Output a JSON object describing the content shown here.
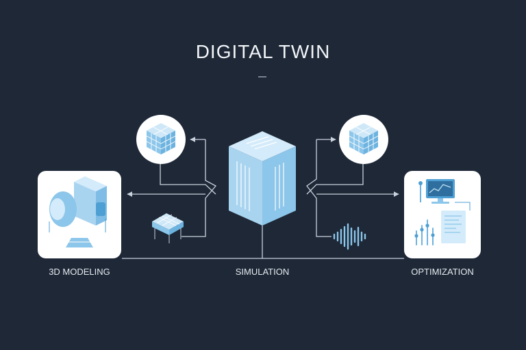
{
  "title": "DIGITAL TWIN",
  "stages": [
    {
      "label": "3D MODELING"
    },
    {
      "label": "SIMULATION"
    },
    {
      "label": "OPTIMIZATION"
    }
  ],
  "colors": {
    "background": "#1e2837",
    "line": "#c9d2dc",
    "card": "#ffffff",
    "accent_light": "#bfe0f5",
    "accent_mid": "#8cc6ea",
    "accent_dark": "#4e9fd3"
  },
  "icons": [
    "cube-grid-icon",
    "machine-3d-icon",
    "circuit-chip-icon",
    "server-cube-icon",
    "sound-wave-icon",
    "monitor-chart-icon"
  ]
}
